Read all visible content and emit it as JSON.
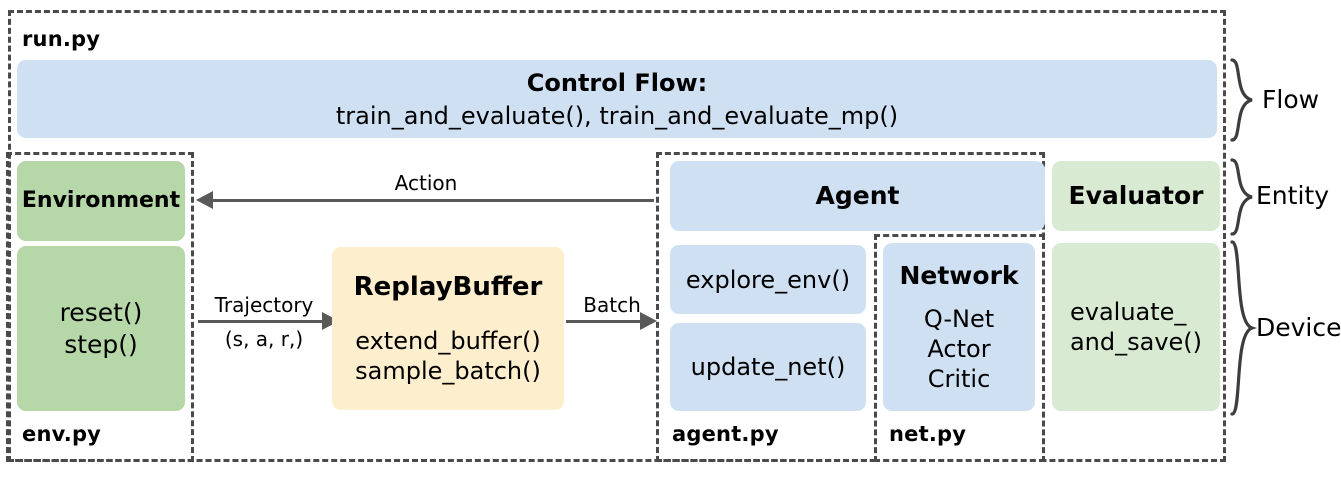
{
  "diagram": {
    "title_file": "run.py",
    "outer_files": {
      "env": "env.py",
      "agent": "agent.py",
      "net": "net.py"
    },
    "control_flow": {
      "heading": "Control Flow:",
      "functions": "train_and_evaluate(),  train_and_evaluate_mp()"
    },
    "environment": {
      "title": "Environment",
      "methods": "reset()\nstep()"
    },
    "replay_buffer": {
      "title": "ReplayBuffer",
      "methods": "extend_buffer()\nsample_batch()"
    },
    "agent": {
      "title": "Agent",
      "method_explore": "explore_env()",
      "method_update": "update_net()"
    },
    "network": {
      "title": "Network",
      "items": "Q-Net\nActor\nCritic"
    },
    "evaluator": {
      "title": "Evaluator",
      "method": "evaluate_\nand_save()"
    },
    "arrows": {
      "action": "Action",
      "trajectory_top": "Trajectory",
      "trajectory_bottom": "(s, a, r,)",
      "batch": "Batch"
    },
    "brackets": {
      "flow": "Flow",
      "entity": "Entity",
      "device": "Device"
    },
    "colors": {
      "blue": "#cfe0f3",
      "green": "#b6d7a8",
      "green_light": "#d9ead3",
      "yellow": "#fdeecd",
      "dash_stroke": "#4a4a4a",
      "arrow_stroke": "#595959"
    }
  }
}
